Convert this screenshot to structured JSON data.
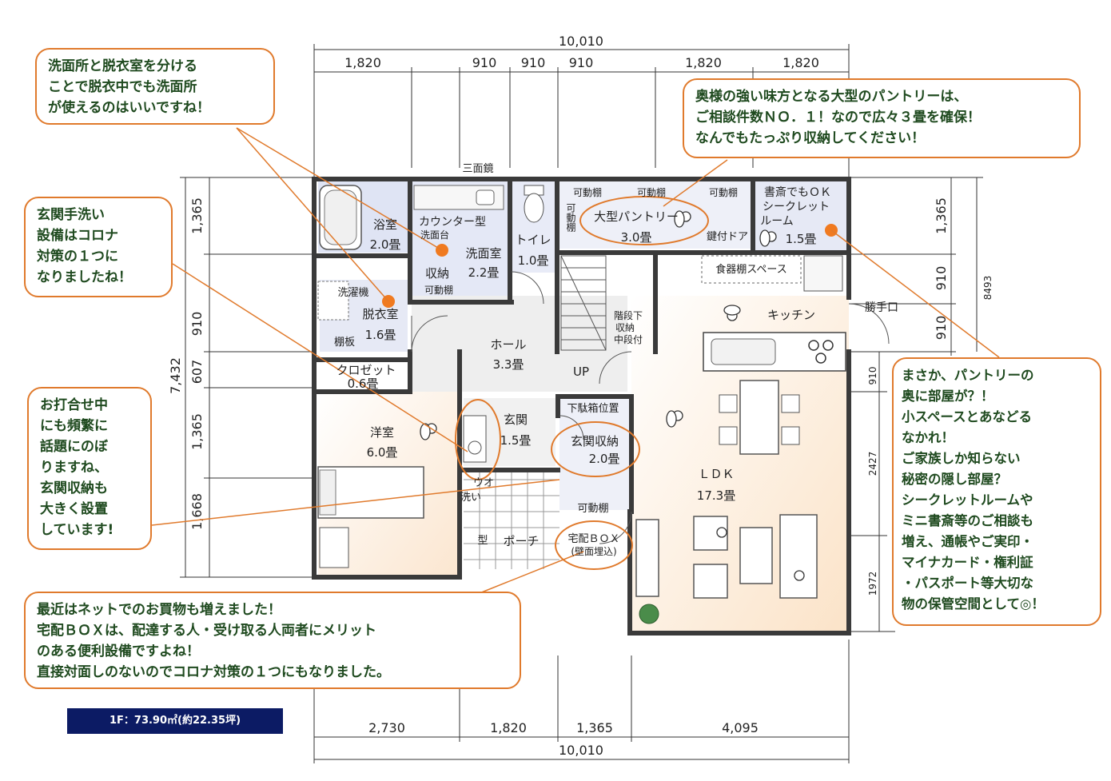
{
  "colors": {
    "accent": "#e07a2c",
    "callout_text": "#1f4a1f",
    "badge_bg": "#0c1b64",
    "wet_area": "#dfe4f4",
    "ldk_floor": "#fbe9d6"
  },
  "dimensions": {
    "top_total": "10,010",
    "top_segments": [
      "1,820",
      "910",
      "910",
      "910",
      "1,820",
      "1,820"
    ],
    "bottom_segments": [
      "2,730",
      "1,820",
      "1,365",
      "4,095"
    ],
    "bottom_total": "10,010",
    "left_total": "7,432",
    "left_segments": [
      "1,365",
      "910",
      "607",
      "1,365",
      "1,668"
    ],
    "right_segments": [
      "1,365",
      "910",
      "910"
    ],
    "right_total": "8493",
    "right_lower": [
      "910",
      "2427",
      "1972"
    ]
  },
  "rooms": {
    "bath": {
      "name": "浴室",
      "size": "2.0畳"
    },
    "counter": {
      "name": "カウンター型",
      "sub": "洗面台"
    },
    "washroom": {
      "name": "洗面室",
      "size": "2.2畳"
    },
    "storage": {
      "name": "収納",
      "sub": "可動棚"
    },
    "toilet": {
      "name": "トイレ",
      "size": "1.0畳"
    },
    "mirror": "三面鏡",
    "shelf1": "可動棚",
    "shelf2": "可動棚",
    "shelf3": "可動棚",
    "shelf_side": "可動棚",
    "pantry": {
      "name": "大型パントリー",
      "size": "3.0畳"
    },
    "lock_door": "鍵付ドア",
    "secret": {
      "line1": "書斎でもＯＫ",
      "line2": "シークレット",
      "line3": "ルーム",
      "size": "1.5畳"
    },
    "cupboard": "食器棚スペース",
    "kitchen": "キッチン",
    "back_door": "勝手口",
    "washing_machine": "洗濯機",
    "dressing": {
      "name": "脱衣室",
      "size": "1.6畳"
    },
    "shelf_board": "棚板",
    "hall": {
      "name": "ホール",
      "size": "3.3畳"
    },
    "up": "UP",
    "under_stairs": {
      "line1": "階段下",
      "line2": "収納",
      "line3": "中段付"
    },
    "closet": {
      "name": "クロゼット",
      "size": "0.6畳"
    },
    "western": {
      "name": "洋室",
      "size": "6.0畳"
    },
    "entrance": {
      "name": "玄関",
      "size": "1.5畳"
    },
    "shoe_box": "下駄箱位置",
    "entrance_storage": {
      "name": "玄関収納",
      "size": "2.0畳"
    },
    "ldk": {
      "name": "ＬＤＫ",
      "size": "17.3畳"
    },
    "porch": "ポーチ",
    "wash_label": "洗い",
    "wash_type": "型",
    "outdoor_label": "ウオ",
    "delivery_box": {
      "line1": "宅配ＢＯＸ",
      "line2": "(壁面埋込)"
    },
    "shelf_entrance": "可動棚"
  },
  "callouts": {
    "washroom": "洗面所と脱衣室を分ける\nことで脱衣中でも洗面所\nが使えるのはいいですね！",
    "pantry": "奥様の強い味方となる大型のパントリーは、\nご相談件数ＮＯ．１！なので広々３畳を確保！\nなんでもたっぷり収納してください！",
    "handwash": "玄関手洗い\n設備はコロナ\n対策の１つに\nなりましたね！",
    "entrance_storage": "お打合せ中\nにも頻繁に\n話題にのぼ\nりますね、\n玄関収納も\n大きく設置\nしています!",
    "delivery": "最近はネットでのお買物も増えました！\n宅配ＢＯＸは、配達する人・受け取る人両者にメリット\nのある便利設備ですよね！\n直接対面しのないのでコロナ対策の１つにもなりました。",
    "secret_room": "まさか、パントリーの\n奥に部屋が？！\n小スペースとあなどる\nなかれ！\nご家族しか知らない\n秘密の隠し部屋？\nシークレットルームや\nミニ書斎等のご相談も\n増え、通帳やご実印・\nマイナカード・権利証\n・パスポート等大切な\n物の保管空間として◎！"
  },
  "floor_area": "1F：73.90㎡(約22.35坪)"
}
